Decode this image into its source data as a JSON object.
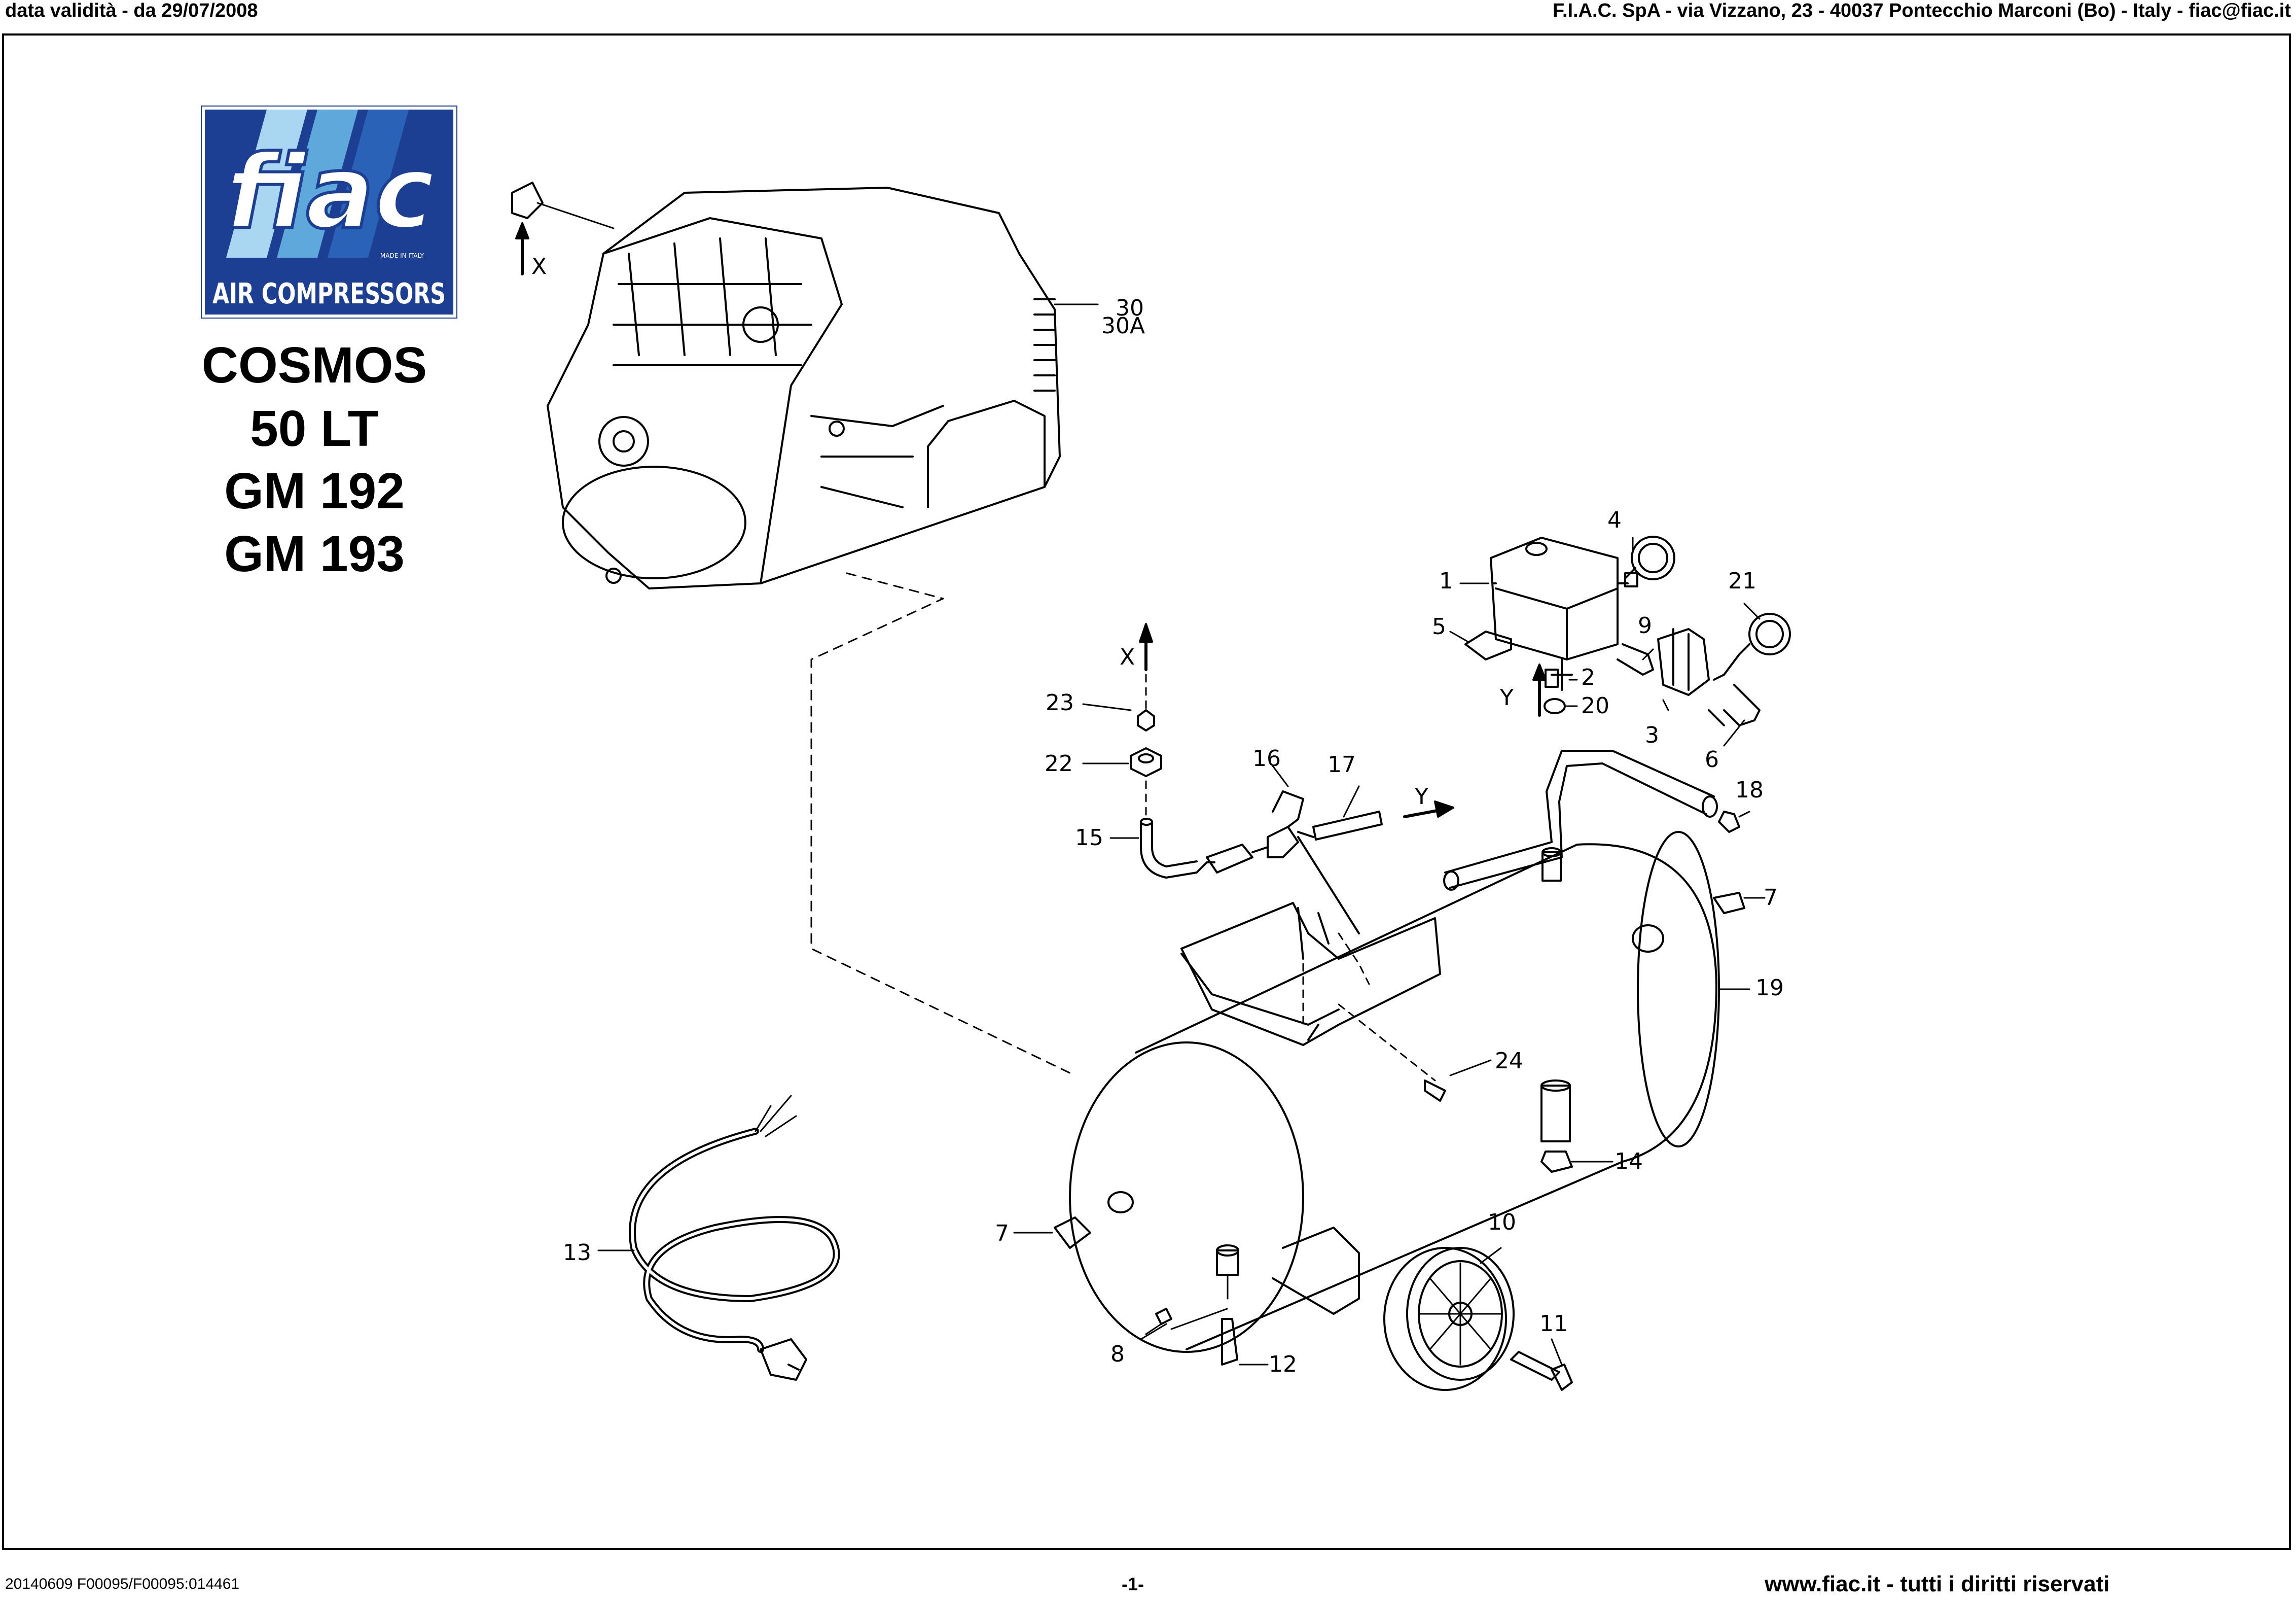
{
  "header": {
    "validity": "data validità - da 29/07/2008",
    "company": "F.I.A.C. SpA - via Vizzano, 23 - 40037 Pontecchio Marconi (Bo) - Italy - fiac@fiac.it"
  },
  "logo": {
    "brand": "fiac",
    "tagline": "AIR COMPRESSORS",
    "made_in": "MADE IN ITALY",
    "colors": {
      "background": "#1c3f94",
      "stripe_light": "#a9d6f0",
      "stripe_mid": "#5fa8dc",
      "stripe_dark": "#2a62b8"
    }
  },
  "models": [
    "COSMOS",
    "50 LT",
    "GM 192",
    "GM 193"
  ],
  "callouts": {
    "p1": "1",
    "p2": "2",
    "p3": "3",
    "p4": "4",
    "p5": "5",
    "p6": "6",
    "p7a": "7",
    "p7b": "7",
    "p8": "8",
    "p9": "9",
    "p10": "10",
    "p11": "11",
    "p12": "12",
    "p13": "13",
    "p14": "14",
    "p15": "15",
    "p16": "16",
    "p17": "17",
    "p18": "18",
    "p19": "19",
    "p20": "20",
    "p21": "21",
    "p22": "22",
    "p23": "23",
    "p24": "24",
    "p30": "30",
    "p30a": "30A",
    "x1": "X",
    "x2": "X",
    "y1": "Y",
    "y2": "Y"
  },
  "footer": {
    "doc_code": "20140609 F00095/F00095:014461",
    "page": "-1-",
    "website": "www.fiac.it - tutti i diritti riservati"
  }
}
